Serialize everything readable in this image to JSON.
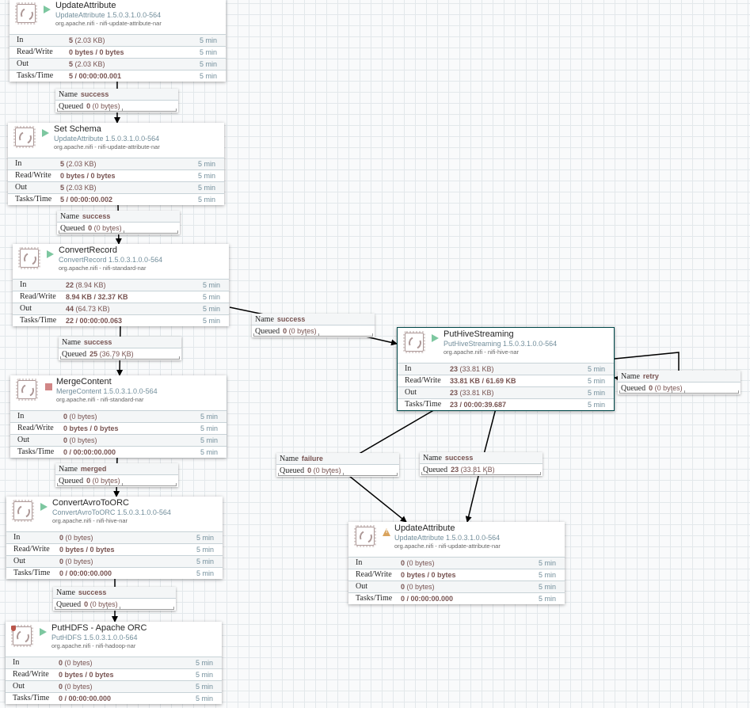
{
  "processors": [
    {
      "id": "p1",
      "name": "UpdateAttribute",
      "type": "UpdateAttribute 1.5.0.3.1.0.0-564",
      "bundle": "org.apache.nifi - nifi-update-attribute-nar",
      "state": "running",
      "in": {
        "count": "5",
        "size": "(2.03 KB)"
      },
      "readwrite": "0 bytes / 0 bytes",
      "out": {
        "count": "5",
        "size": "(2.03 KB)"
      },
      "tasks": "5 / 00:00:00.001",
      "window": "5 min"
    },
    {
      "id": "p2",
      "name": "Set Schema",
      "type": "UpdateAttribute 1.5.0.3.1.0.0-564",
      "bundle": "org.apache.nifi - nifi-update-attribute-nar",
      "state": "running",
      "in": {
        "count": "5",
        "size": "(2.03 KB)"
      },
      "readwrite": "0 bytes / 0 bytes",
      "out": {
        "count": "5",
        "size": "(2.03 KB)"
      },
      "tasks": "5 / 00:00:00.002",
      "window": "5 min"
    },
    {
      "id": "p3",
      "name": "ConvertRecord",
      "type": "ConvertRecord 1.5.0.3.1.0.0-564",
      "bundle": "org.apache.nifi - nifi-standard-nar",
      "state": "running",
      "in": {
        "count": "22",
        "size": "(8.94 KB)"
      },
      "readwrite": "8.94 KB / 32.37 KB",
      "out": {
        "count": "44",
        "size": "(64.73 KB)"
      },
      "tasks": "22 / 00:00:00.063",
      "window": "5 min"
    },
    {
      "id": "p4",
      "name": "MergeContent",
      "type": "MergeContent 1.5.0.3.1.0.0-564",
      "bundle": "org.apache.nifi - nifi-standard-nar",
      "state": "stopped",
      "in": {
        "count": "0",
        "size": "(0 bytes)"
      },
      "readwrite": "0 bytes / 0 bytes",
      "out": {
        "count": "0",
        "size": "(0 bytes)"
      },
      "tasks": "0 / 00:00:00.000",
      "window": "5 min"
    },
    {
      "id": "p5",
      "name": "ConvertAvroToORC",
      "type": "ConvertAvroToORC 1.5.0.3.1.0.0-564",
      "bundle": "org.apache.nifi - nifi-hive-nar",
      "state": "running",
      "in": {
        "count": "0",
        "size": "(0 bytes)"
      },
      "readwrite": "0 bytes / 0 bytes",
      "out": {
        "count": "0",
        "size": "(0 bytes)"
      },
      "tasks": "0 / 00:00:00.000",
      "window": "5 min"
    },
    {
      "id": "p6",
      "name": "PutHDFS - Apache ORC",
      "type": "PutHDFS 1.5.0.3.1.0.0-564",
      "bundle": "org.apache.nifi - nifi-hadoop-nar",
      "state": "running",
      "restricted": true,
      "in": {
        "count": "0",
        "size": "(0 bytes)"
      },
      "readwrite": "0 bytes / 0 bytes",
      "out": {
        "count": "0",
        "size": "(0 bytes)"
      },
      "tasks": "0 / 00:00:00.000",
      "window": "5 min"
    },
    {
      "id": "p7",
      "name": "PutHiveStreaming",
      "type": "PutHiveStreaming 1.5.0.3.1.0.0-564",
      "bundle": "org.apache.nifi - nifi-hive-nar",
      "state": "running",
      "selected": true,
      "in": {
        "count": "23",
        "size": "(33.81 KB)"
      },
      "readwrite": "33.81 KB / 61.69 KB",
      "out": {
        "count": "23",
        "size": "(33.81 KB)"
      },
      "tasks": "23 / 00:00:39.687",
      "window": "5 min"
    },
    {
      "id": "p8",
      "name": "UpdateAttribute",
      "type": "UpdateAttribute 1.5.0.3.1.0.0-564",
      "bundle": "org.apache.nifi - nifi-update-attribute-nar",
      "state": "invalid",
      "in": {
        "count": "0",
        "size": "(0 bytes)"
      },
      "readwrite": "0 bytes / 0 bytes",
      "out": {
        "count": "0",
        "size": "(0 bytes)"
      },
      "tasks": "0 / 00:00:00.000",
      "window": "5 min"
    }
  ],
  "labels": {
    "in": "In",
    "readwrite": "Read/Write",
    "out": "Out",
    "tasks": "Tasks/Time",
    "name": "Name",
    "queued": "Queued"
  },
  "connections": [
    {
      "id": "c1",
      "name": "success",
      "queued_count": "0",
      "queued_size": "(0 bytes)"
    },
    {
      "id": "c2",
      "name": "success",
      "queued_count": "0",
      "queued_size": "(0 bytes)"
    },
    {
      "id": "c3",
      "name": "success",
      "queued_count": "25",
      "queued_size": "(36.79 KB)"
    },
    {
      "id": "c4",
      "name": "merged",
      "queued_count": "0",
      "queued_size": "(0 bytes)"
    },
    {
      "id": "c5",
      "name": "success",
      "queued_count": "0",
      "queued_size": "(0 bytes)"
    },
    {
      "id": "c6",
      "name": "success",
      "queued_count": "0",
      "queued_size": "(0 bytes)"
    },
    {
      "id": "c7",
      "name": "retry",
      "queued_count": "0",
      "queued_size": "(0 bytes)"
    },
    {
      "id": "c8",
      "name": "failure",
      "queued_count": "0",
      "queued_size": "(0 bytes)"
    },
    {
      "id": "c9",
      "name": "success",
      "queued_count": "23",
      "queued_size": "(33.81 KB)"
    }
  ],
  "colors": {
    "running": "#7dc7a0",
    "stopped": "#d18686",
    "invalid": "#d9a35d",
    "value": "#775351",
    "type": "#728e9b",
    "selected_border": "#004849"
  }
}
